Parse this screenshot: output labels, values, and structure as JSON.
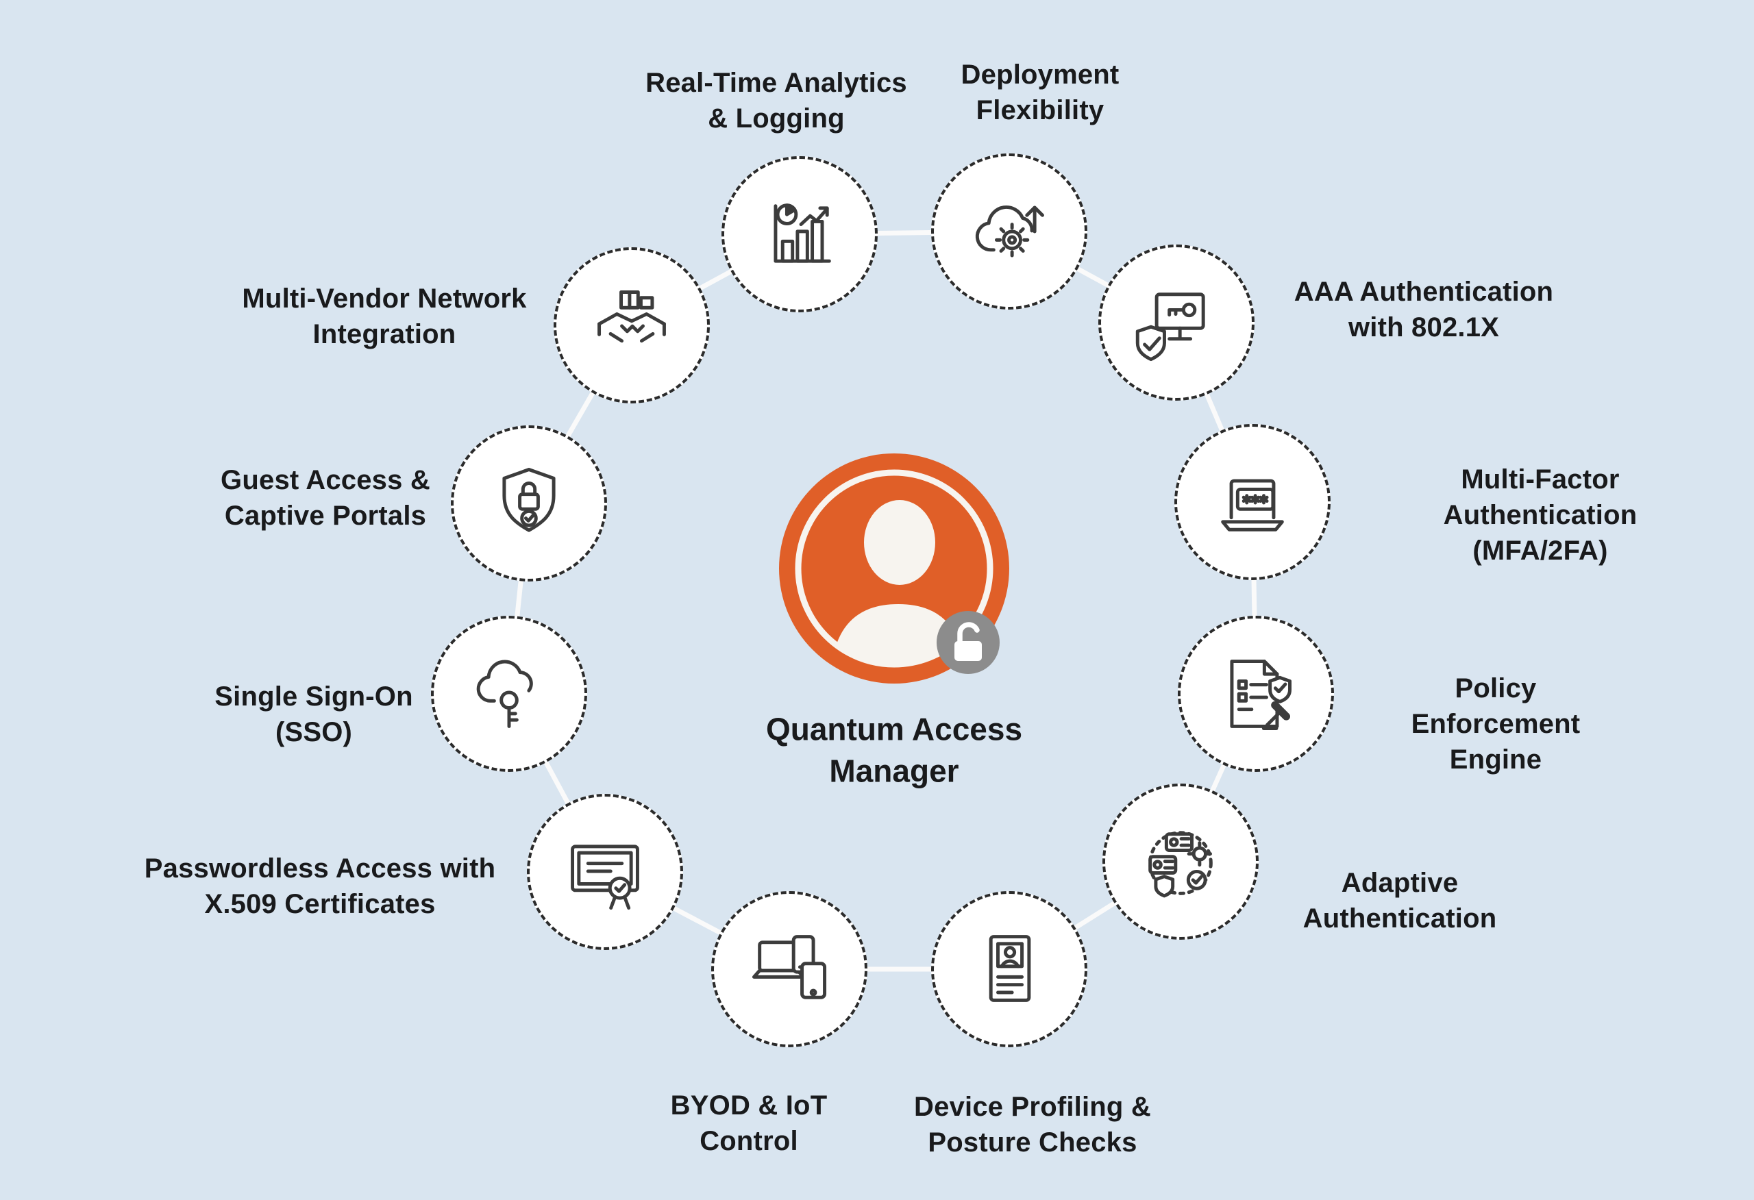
{
  "diagram": {
    "type": "feature-wheel-infographic",
    "colors": {
      "background": "#d9e5f0",
      "accent_orange": "#e05f28",
      "node_fill": "#ffffff",
      "node_border": "#2b2b2b",
      "connector": "#fafafa",
      "text": "#191a1c",
      "lock_badge_gray": "#8c8c8c"
    }
  },
  "center": {
    "title": "Quantum Access\nManager",
    "icon": "user-avatar-unlocked-icon"
  },
  "features": [
    {
      "label": "Real-Time Analytics\n& Logging",
      "icon": "analytics-icon"
    },
    {
      "label": "Deployment\nFlexibility",
      "icon": "cloud-gear-deploy-icon"
    },
    {
      "label": "AAA Authentication\nwith 802.1X",
      "icon": "monitor-key-shield-icon"
    },
    {
      "label": "Multi-Factor Authentication\n(MFA/2FA)",
      "icon": "laptop-password-icon"
    },
    {
      "label": "Policy Enforcement\nEngine",
      "icon": "policy-document-gavel-icon"
    },
    {
      "label": "Adaptive\nAuthentication",
      "icon": "adaptive-auth-icon"
    },
    {
      "label": "Device Profiling &\nPosture Checks",
      "icon": "device-profile-card-icon"
    },
    {
      "label": "BYOD & IoT\nControl",
      "icon": "multi-devices-icon"
    },
    {
      "label": "Passwordless Access with\nX.509 Certificates",
      "icon": "certificate-seal-icon"
    },
    {
      "label": "Single Sign-On\n(SSO)",
      "icon": "cloud-key-icon"
    },
    {
      "label": "Guest Access &\nCaptive Portals",
      "icon": "shield-lock-check-icon"
    },
    {
      "label": "Multi-Vendor Network\nIntegration",
      "icon": "handshake-packages-icon"
    }
  ]
}
